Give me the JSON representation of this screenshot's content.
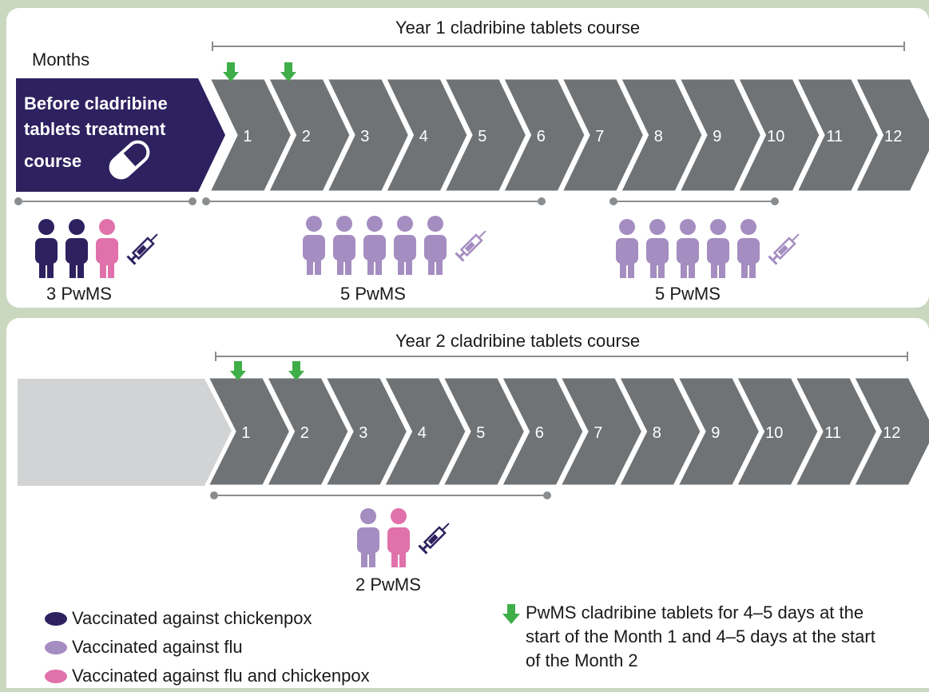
{
  "panel1": {
    "title": "Year 1 cladribine tablets course",
    "months_label": "Months",
    "before_label_lines": [
      "Before cladribine",
      "tablets treatment",
      "course"
    ],
    "months": [
      "1",
      "2",
      "3",
      "4",
      "5",
      "6",
      "7",
      "8",
      "9",
      "10",
      "11",
      "12"
    ],
    "groups": [
      {
        "count_label": "3 PwMS",
        "people": [
          "chickenpox",
          "chickenpox",
          "flu-and-chickenpox"
        ]
      },
      {
        "count_label": "5 PwMS",
        "people": [
          "flu",
          "flu",
          "flu",
          "flu",
          "flu"
        ]
      },
      {
        "count_label": "5 PwMS",
        "people": [
          "flu",
          "flu",
          "flu",
          "flu",
          "flu"
        ]
      }
    ]
  },
  "panel2": {
    "title": "Year 2 cladribine tablets course",
    "months": [
      "1",
      "2",
      "3",
      "4",
      "5",
      "6",
      "7",
      "8",
      "9",
      "10",
      "11",
      "12"
    ],
    "groups": [
      {
        "count_label": "2 PwMS",
        "people": [
          "flu",
          "flu-and-chickenpox"
        ]
      }
    ]
  },
  "legend": [
    {
      "label": "Vaccinated against chickenpox",
      "color": "#2e2160"
    },
    {
      "label": "Vaccinated against flu",
      "color": "#a48dc0"
    },
    {
      "label": "Vaccinated against flu and chickenpox",
      "color": "#e071ab"
    }
  ],
  "arrow_note": "PwMS cladribine tablets for 4–5 days at the start of the Month 1 and 4–5 days at the start of the Month 2",
  "colors": {
    "chevron": "#707375",
    "before_box": "#2e2160",
    "placeholder_box": "#d1d3d4",
    "arrow": "#3fae49",
    "timeline_bar": "#8a8d8f",
    "chickenpox": "#2e2160",
    "flu": "#a48dc0",
    "flu_and_chickenpox": "#e071ab"
  },
  "icons": [
    "green-down-arrow-icon",
    "pill-icon",
    "person-icon",
    "syringe-icon"
  ]
}
